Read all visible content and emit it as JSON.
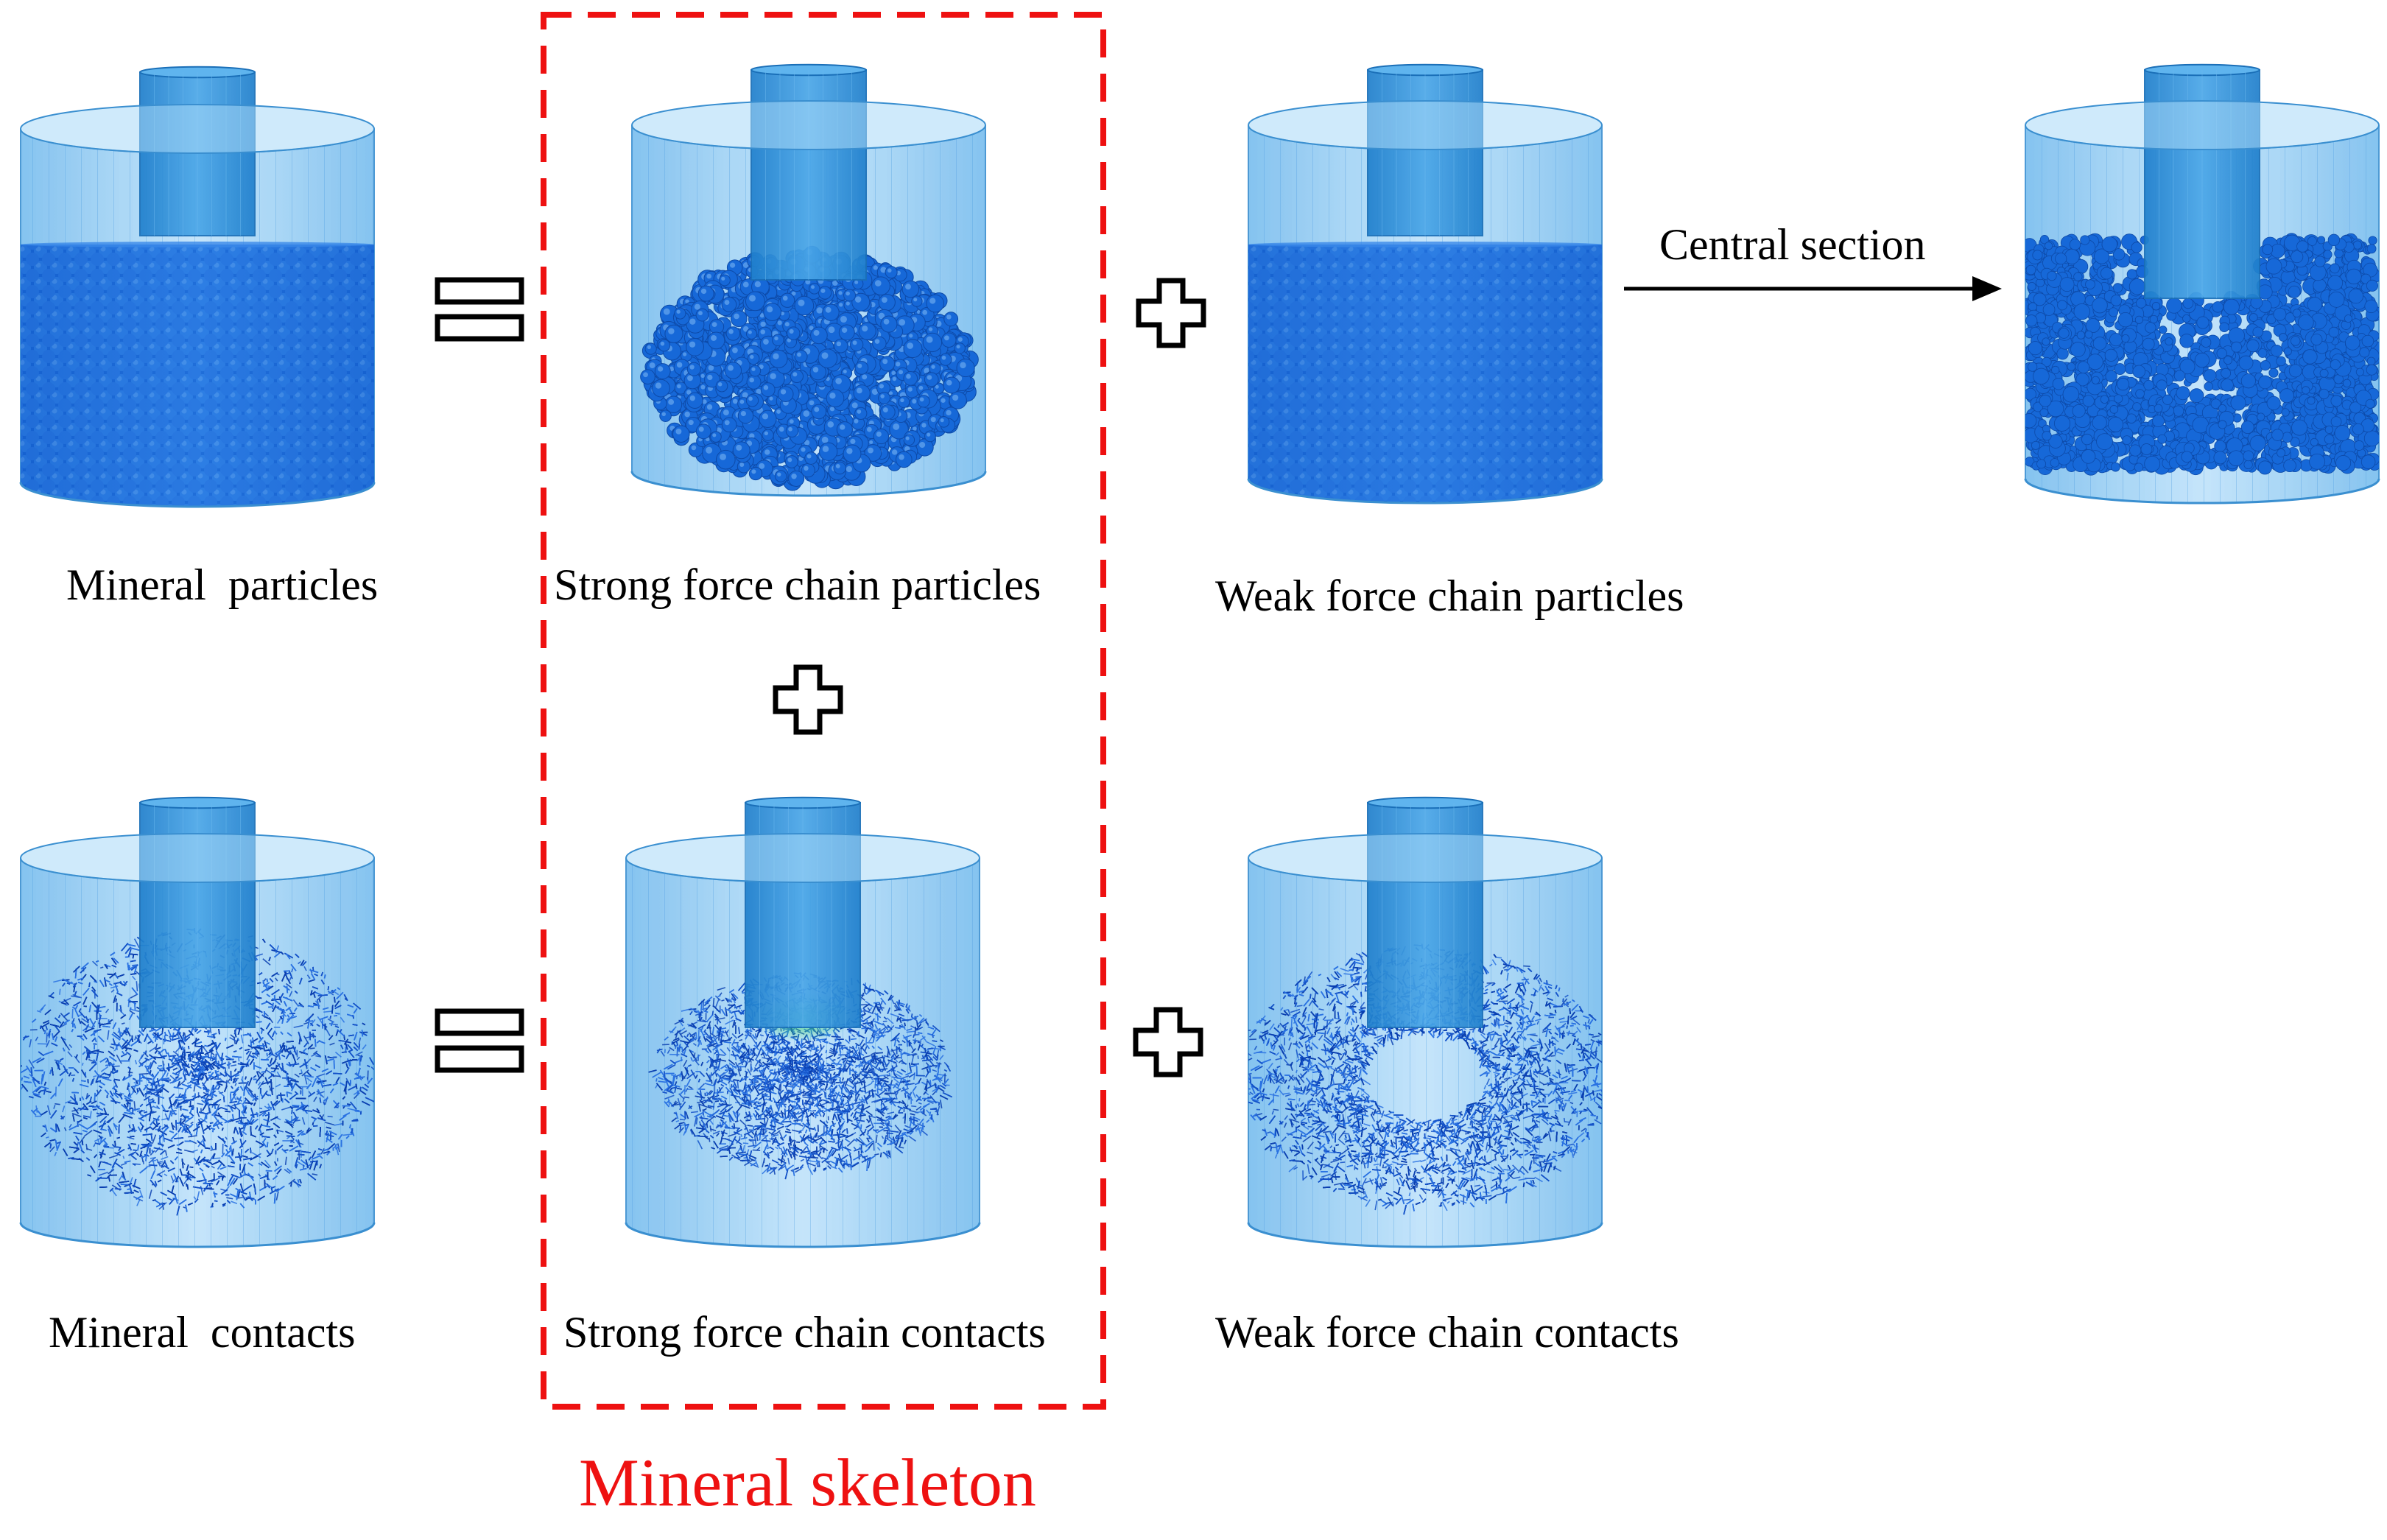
{
  "colors": {
    "cylinder_fill": "#7fc2f0",
    "cylinder_edge": "#3a8fd0",
    "piston": "#2e8fd6",
    "particle": "#1668d8",
    "contact": "#1452c8",
    "contact_strong_core": "#34c87a",
    "skeleton_box": "#ee1111",
    "text": "#000000"
  },
  "labels": {
    "mineral_particles": "Mineral  particles",
    "strong_particles": "Strong force chain particles",
    "weak_particles": "Weak force chain particles",
    "mineral_contacts": "Mineral  contacts",
    "strong_contacts": "Strong force chain contacts",
    "weak_contacts": "Weak force chain contacts",
    "central_section": "Central section",
    "mineral_skeleton": "Mineral skeleton"
  },
  "icons": {
    "equals": "equals-icon",
    "plus": "plus-icon",
    "arrow": "arrow-right-icon"
  }
}
